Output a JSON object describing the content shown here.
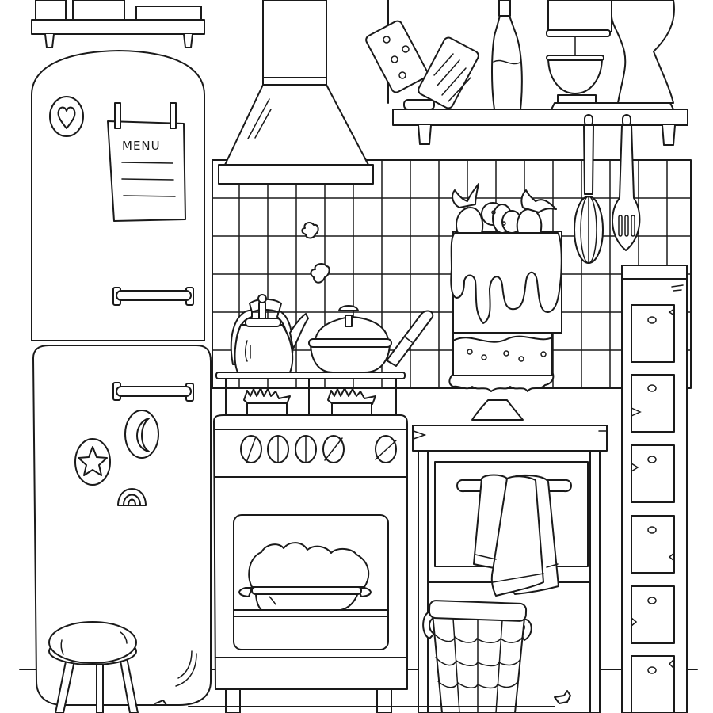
{
  "scene": {
    "title": "Kitchen coloring page",
    "line_color": "#1a1a1a",
    "background": "#ffffff"
  },
  "fridge": {
    "note": {
      "title": "MENU",
      "lines": 3
    },
    "magnets": [
      "heart",
      "moon",
      "star",
      "rainbow"
    ]
  },
  "stove": {
    "knobs": 5,
    "burners": 2
  },
  "items": [
    "range-hood",
    "kettle",
    "pot",
    "cake",
    "whisk",
    "slotted-spatula",
    "oven-mitts",
    "bottle",
    "stand-mixer",
    "towel",
    "basket",
    "stool",
    "drawer-column"
  ]
}
